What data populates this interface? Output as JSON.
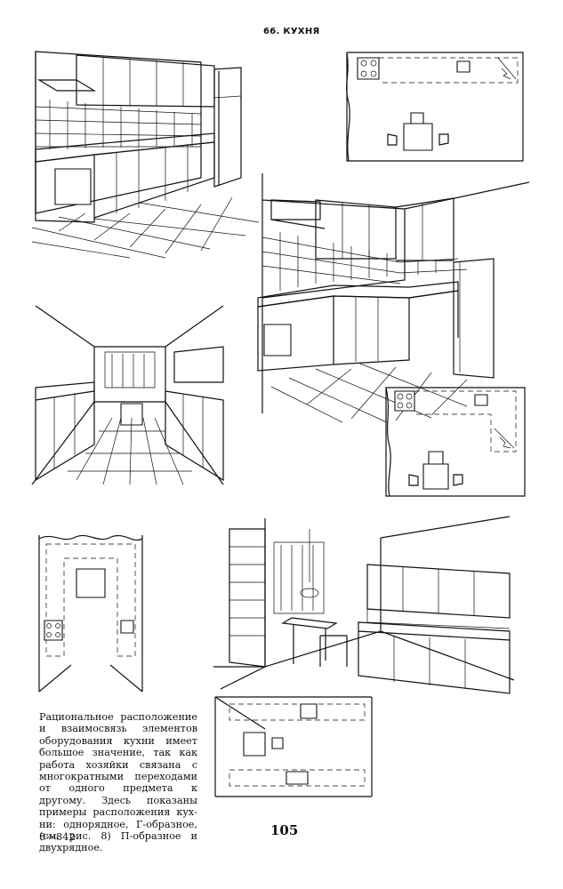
{
  "page": {
    "heading": "66. КУХНЯ",
    "caption": "Рациональное расположение и взаимосвязь элементов обору­дования кухни имеет большое значение, так как работа хо­зяйки связана с многократны­ми переходами от одного пред­мета к другому. Здесь показа­ны примеры расположения кух­ни: однорядное, Г-образное, (см. рис. 8) П-образное и двух­рядное.",
    "page_number": "105",
    "signature": "8—842"
  },
  "figures": [
    {
      "name": "kitchen-single-row-perspective"
    },
    {
      "name": "kitchen-single-row-plan"
    },
    {
      "name": "kitchen-l-shaped-perspective"
    },
    {
      "name": "kitchen-l-shaped-plan"
    },
    {
      "name": "kitchen-u-shaped-perspective"
    },
    {
      "name": "kitchen-u-shaped-plan"
    },
    {
      "name": "kitchen-two-row-perspective"
    },
    {
      "name": "kitchen-two-row-plan"
    }
  ]
}
